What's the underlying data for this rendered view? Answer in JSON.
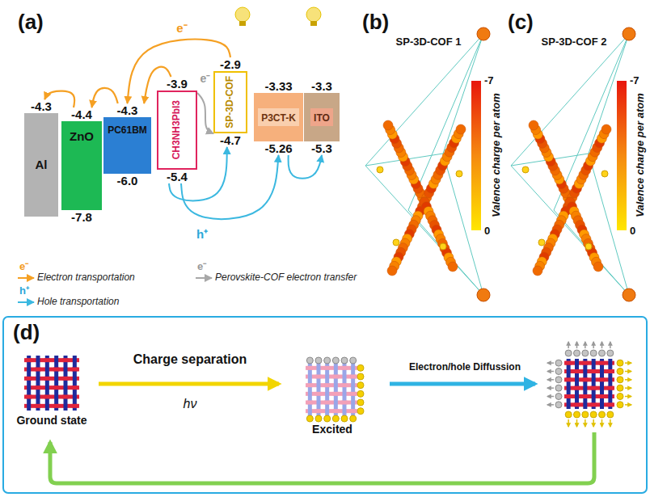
{
  "diagram": {
    "nodes": [
      {
        "text": [
          "Al",
          "-4.3"
        ]
      },
      {
        "text": [
          "ZnO",
          "-4.4",
          "-7.8"
        ]
      },
      {
        "text": [
          "PC61BM",
          "-4.3",
          "-6.0"
        ]
      },
      {
        "text": [
          "CH3NH3PbI3",
          "-3.9",
          "-5.4"
        ]
      },
      {
        "text": [
          "SP-3D-COF",
          "-2.9",
          "-4.7"
        ]
      },
      {
        "text": [
          "P3CT-K",
          "-3.33",
          "-5.26"
        ]
      },
      {
        "text": [
          "ITO",
          "-3.3",
          "-5.3"
        ]
      }
    ],
    "edges": [
      {
        "from": 1,
        "to": 0,
        "arrow": "to"
      },
      {
        "from": 2,
        "to": 1,
        "arrow": "to"
      },
      {
        "from": 3,
        "to": 2,
        "arrow": "to"
      },
      {
        "from": 4,
        "to": 2,
        "arrow": "to"
      },
      {
        "from": 3,
        "to": 4,
        "arrow": "to"
      },
      {
        "from": 3,
        "to": 4,
        "arrow": "to"
      },
      {
        "from": 3,
        "to": 5,
        "arrow": "to"
      },
      {
        "from": 5,
        "to": 6,
        "arrow": "to"
      }
    ],
    "labels": [
      "(a)",
      "e⁻",
      "e⁻",
      "h⁺",
      "e⁻",
      "e⁻",
      "h⁺",
      "(b)",
      "SP-3D-COF 1",
      "-7",
      "0",
      "Valence charge per atom",
      "(c)",
      "SP-3D-COF 2",
      "-7",
      "0",
      "Valence charge per atom",
      "(d)",
      "Ground state",
      "Charge separation",
      "hν",
      "Excited",
      "Electron/hole Diffussion"
    ],
    "legend": [
      {
        "text": "Electron transportation"
      },
      {
        "text": "Perovskite-COF electron transfer"
      },
      {
        "text": "Hole transportation"
      }
    ]
  }
}
